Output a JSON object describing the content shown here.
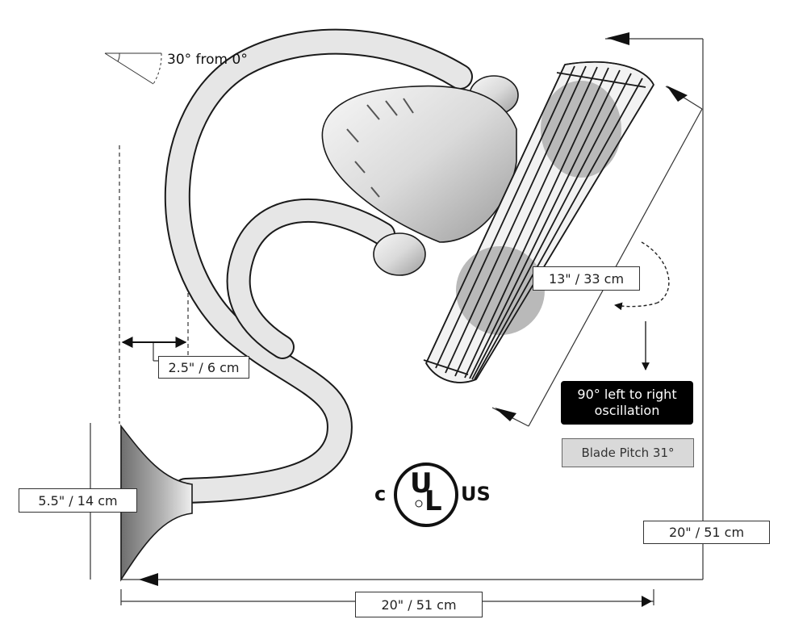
{
  "labels": {
    "angle": "30° from 0°",
    "offset": "2.5\" / 6 cm",
    "base_height": "5.5\" / 14 cm",
    "cage_diameter": "13\" / 33 cm",
    "depth_right": "20\" / 51 cm",
    "width_bottom": "20\" / 51 cm"
  },
  "oscillation": {
    "line1": "90° left to right",
    "line2": "oscillation"
  },
  "blade_pitch": "Blade Pitch 31°",
  "certification": {
    "prefix": "c",
    "mark_top": "U",
    "mark_bottom": "L",
    "suffix": "US"
  },
  "colors": {
    "line": "#222222",
    "fan_fill": "#e3e3e3",
    "fan_shadow": "#9a9a9a"
  }
}
